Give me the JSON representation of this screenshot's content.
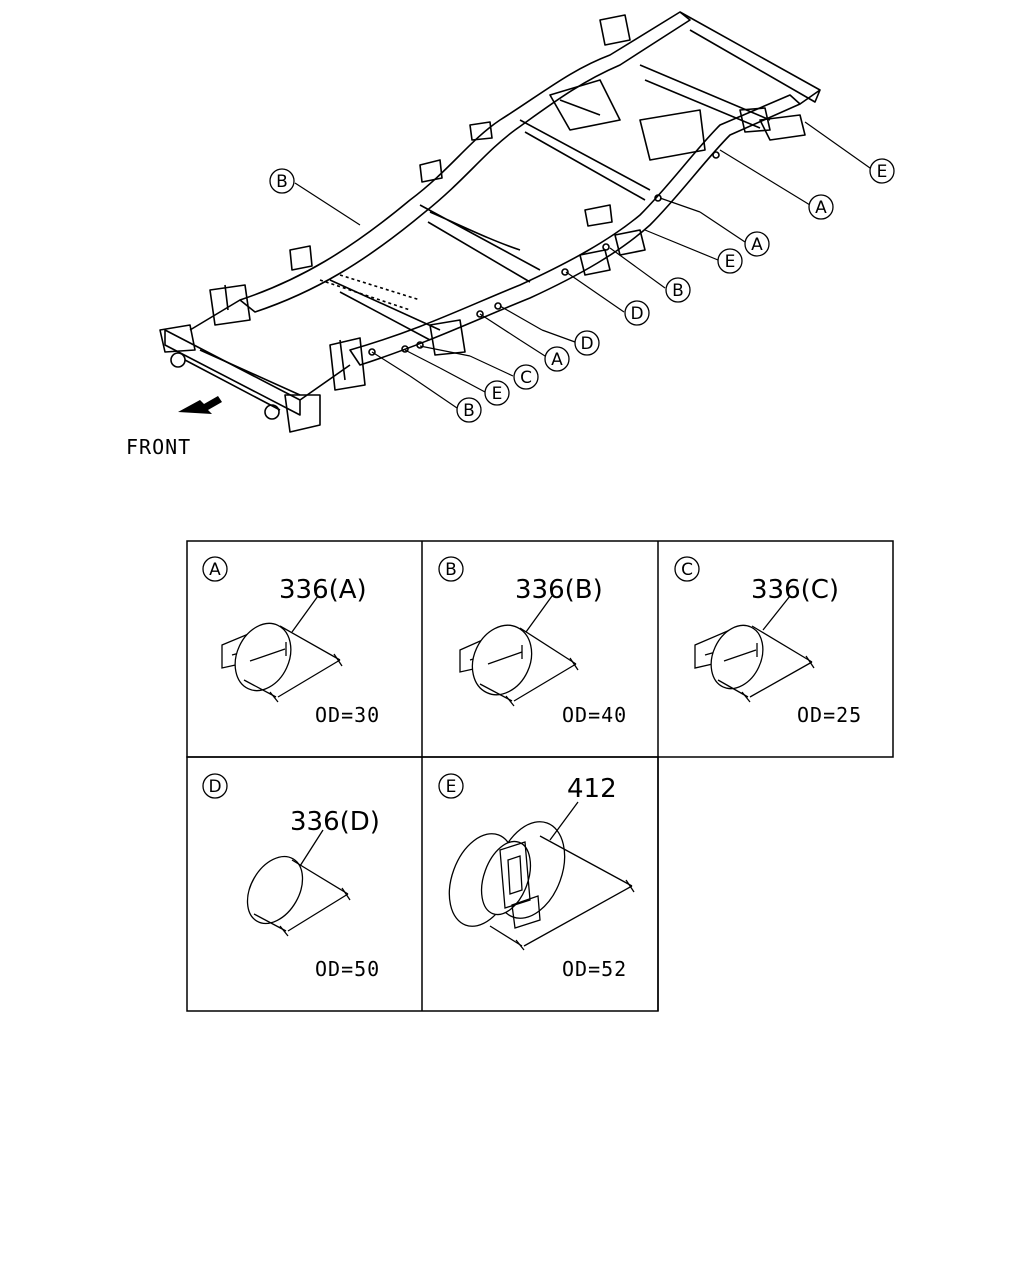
{
  "front_label": "FRONT",
  "callouts": {
    "top_right_e": "E",
    "rear_a": "A",
    "mid_a": "A",
    "mid_e": "E",
    "mid_b": "B",
    "left_b": "B",
    "mid_d": "D",
    "lower_d": "D",
    "lower_a": "A",
    "lower_c": "C",
    "lower_e": "E",
    "lower_b": "B"
  },
  "panels": [
    {
      "letter": "A",
      "part": "336(A)",
      "od": "OD=30"
    },
    {
      "letter": "B",
      "part": "336(B)",
      "od": "OD=40"
    },
    {
      "letter": "C",
      "part": "336(C)",
      "od": "OD=25"
    },
    {
      "letter": "D",
      "part": "336(D)",
      "od": "OD=50"
    },
    {
      "letter": "E",
      "part": "412",
      "od": "OD=52"
    }
  ]
}
